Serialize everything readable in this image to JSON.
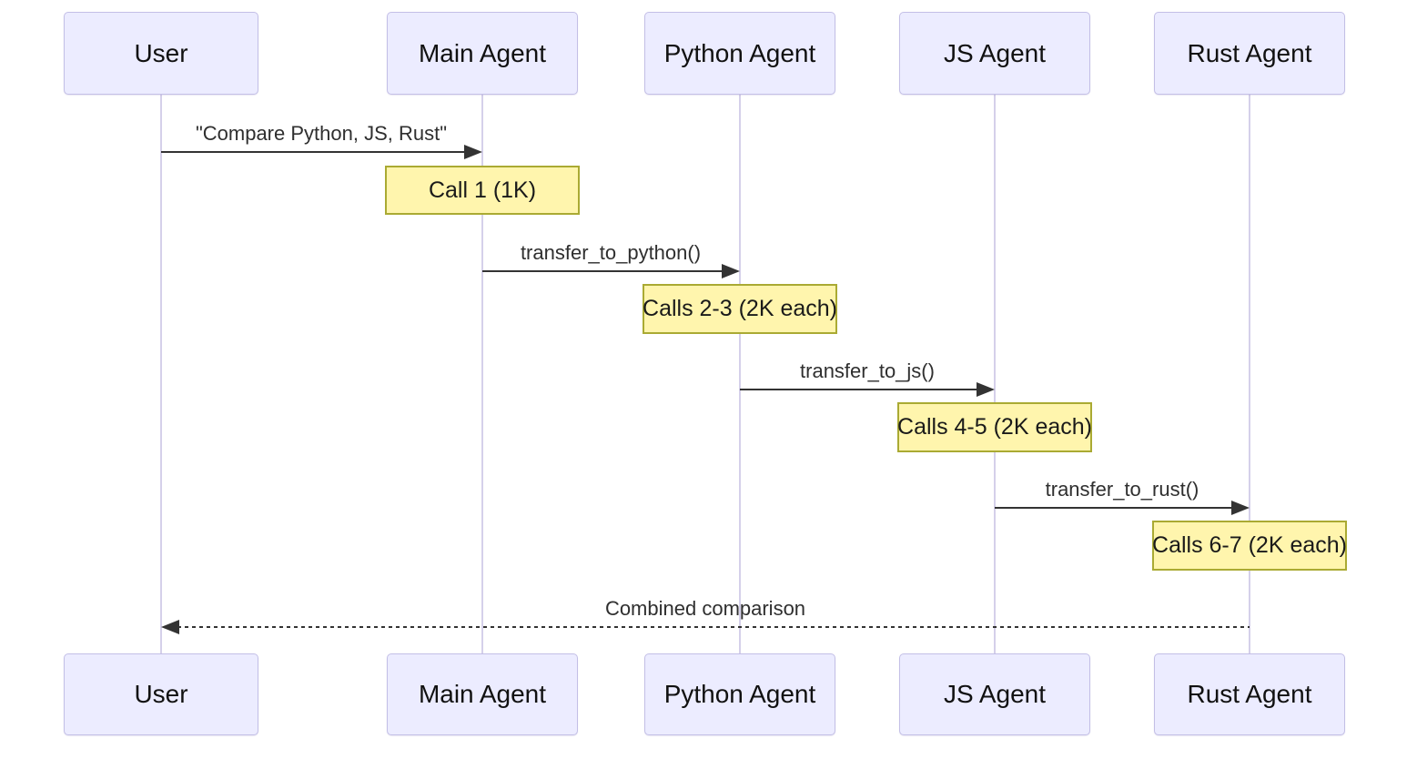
{
  "diagram": {
    "type": "sequence-diagram",
    "colors": {
      "background": "#ffffff",
      "actor_fill": "#ECECFF",
      "actor_border": "#c3bfe6",
      "lifeline": "#d5d0ea",
      "note_fill": "#fff5ad",
      "note_border": "#aaaa33",
      "message_line": "#333333",
      "message_text": "#2f2f2f"
    },
    "actors": [
      {
        "label": "User"
      },
      {
        "label": "Main Agent"
      },
      {
        "label": "Python Agent"
      },
      {
        "label": "JS Agent"
      },
      {
        "label": "Rust Agent"
      }
    ],
    "messages": [
      {
        "from": "User",
        "to": "Main Agent",
        "label": "\"Compare Python, JS, Rust\"",
        "line": "solid"
      },
      {
        "from": "Main Agent",
        "to": "Python Agent",
        "label": "transfer_to_python()",
        "line": "solid"
      },
      {
        "from": "Python Agent",
        "to": "JS Agent",
        "label": "transfer_to_js()",
        "line": "solid"
      },
      {
        "from": "JS Agent",
        "to": "Rust Agent",
        "label": "transfer_to_rust()",
        "line": "solid"
      },
      {
        "from": "Rust Agent",
        "to": "User",
        "label": "Combined comparison",
        "line": "dashed"
      }
    ],
    "notes": [
      {
        "over": "Main Agent",
        "label": "Call 1 (1K)"
      },
      {
        "over": "Python Agent",
        "label": "Calls 2-3 (2K each)"
      },
      {
        "over": "JS Agent",
        "label": "Calls 4-5 (2K each)"
      },
      {
        "over": "Rust Agent",
        "label": "Calls 6-7 (2K each)"
      }
    ]
  }
}
